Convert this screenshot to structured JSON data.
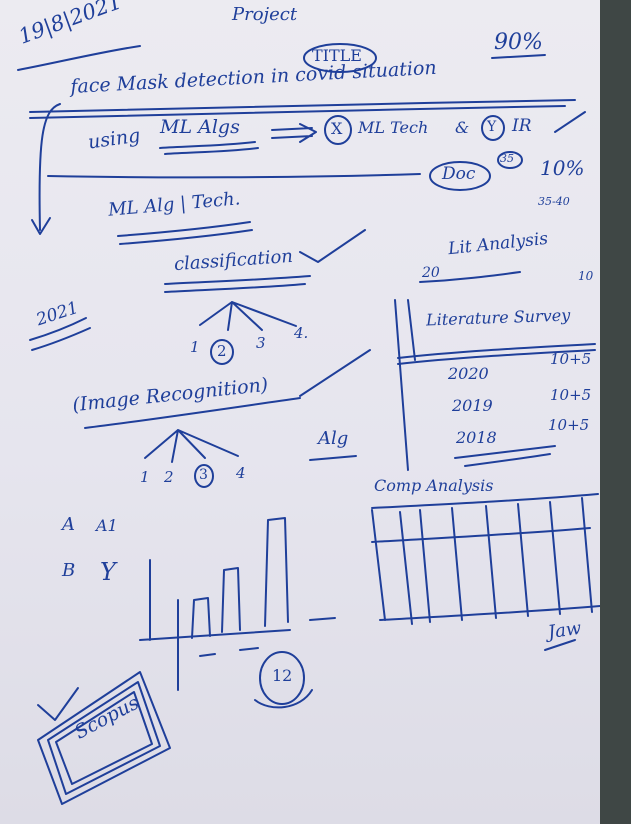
{
  "header": {
    "date": "19|8|2021",
    "heading": "Project",
    "percent_top": "90%"
  },
  "title_block": {
    "title_label": "TITLE",
    "line1": "face Mask detection in covid situation",
    "line2_prefix": "using",
    "ml_algs": "ML Algs",
    "x_mark": "X",
    "ml_tech": "ML Tech",
    "amp": "&",
    "y_mark": "Y",
    "ir": "IR",
    "doc": "Doc",
    "doc_count": "35",
    "percent_doc": "10%",
    "range": "35-40"
  },
  "left_notes": {
    "ml_alg_tech": "ML Alg | Tech.",
    "classification": "classification",
    "branches1": [
      "1",
      "2",
      "3",
      "4."
    ],
    "year": "2021",
    "image_recognition": "(Image Recognition)",
    "branches2": [
      "1",
      "2",
      "3",
      "4"
    ],
    "alg": "Alg",
    "ab_a": "A",
    "ab_a_val": "A1",
    "ab_b": "B",
    "ab_b_val": "Y",
    "circled_number": "12",
    "scopus": "Scopus"
  },
  "right_notes": {
    "twenty": "20",
    "lit_analysis": "Lit Analysis",
    "ten": "10",
    "literature_survey": "Literature Survey",
    "survey_rows": [
      {
        "year": "2020",
        "count": "10+5"
      },
      {
        "year": "2019",
        "count": "10+5"
      },
      {
        "year": "2018",
        "count": "10+5"
      }
    ],
    "comp_analysis": "Comp Analysis",
    "signature": "Jaw"
  },
  "ink_color": "#1f3f9a",
  "paper_color": "#e8e7ef"
}
